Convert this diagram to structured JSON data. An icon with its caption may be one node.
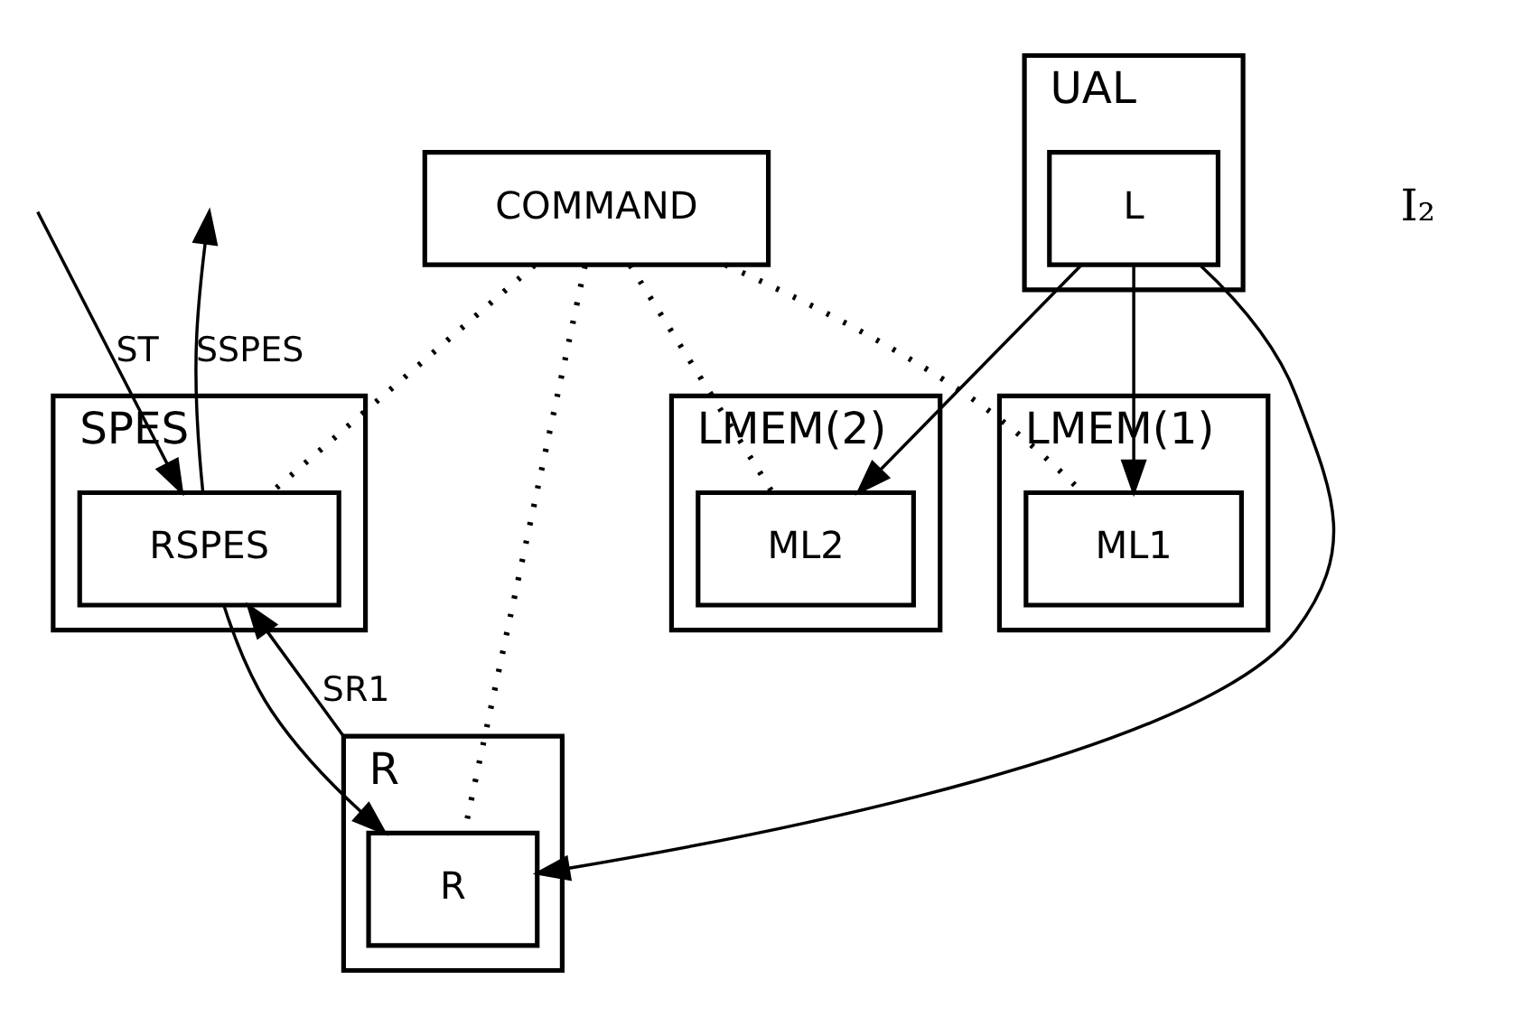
{
  "diagram": {
    "nodes": [
      {
        "text": [
          "SPES"
        ]
      },
      {
        "text": [
          "RSPES"
        ],
        "in": 0
      },
      {
        "text": [
          "R"
        ]
      },
      {
        "text": [
          "R"
        ],
        "in": 2
      },
      {
        "text": [
          "LMEM(1)"
        ]
      },
      {
        "text": [
          "ML1"
        ],
        "in": 4
      },
      {
        "text": [
          "LMEM(2)"
        ]
      },
      {
        "text": [
          "ML2"
        ],
        "in": 6
      },
      {
        "text": [
          "UAL"
        ]
      },
      {
        "text": [
          "L"
        ],
        "in": 8
      },
      {
        "text": [
          "COMMAND"
        ]
      }
    ],
    "edges": [
      {
        "from": null,
        "to": 1,
        "arrow": "to",
        "label": "ST"
      },
      {
        "from": 2,
        "to": 1,
        "arrow": "to",
        "label": "SR1"
      },
      {
        "from": 1,
        "to": null,
        "arrow": "to",
        "label": "SSPES"
      },
      {
        "from": 1,
        "to": 3,
        "arrow": "to"
      },
      {
        "from": 9,
        "to": 3,
        "arrow": "to"
      },
      {
        "from": 9,
        "to": 5,
        "arrow": "to"
      },
      {
        "from": 9,
        "to": 7,
        "arrow": "to"
      },
      {
        "from": 10,
        "to": 1,
        "arrow": "none",
        "style": "dashed"
      },
      {
        "from": 10,
        "to": 3,
        "arrow": "none",
        "style": "dashed"
      },
      {
        "from": 10,
        "to": 5,
        "arrow": "none",
        "style": "dashed"
      },
      {
        "from": 10,
        "to": 7,
        "arrow": "none",
        "style": "dashed"
      }
    ],
    "labels": [
      "I₂"
    ]
  }
}
